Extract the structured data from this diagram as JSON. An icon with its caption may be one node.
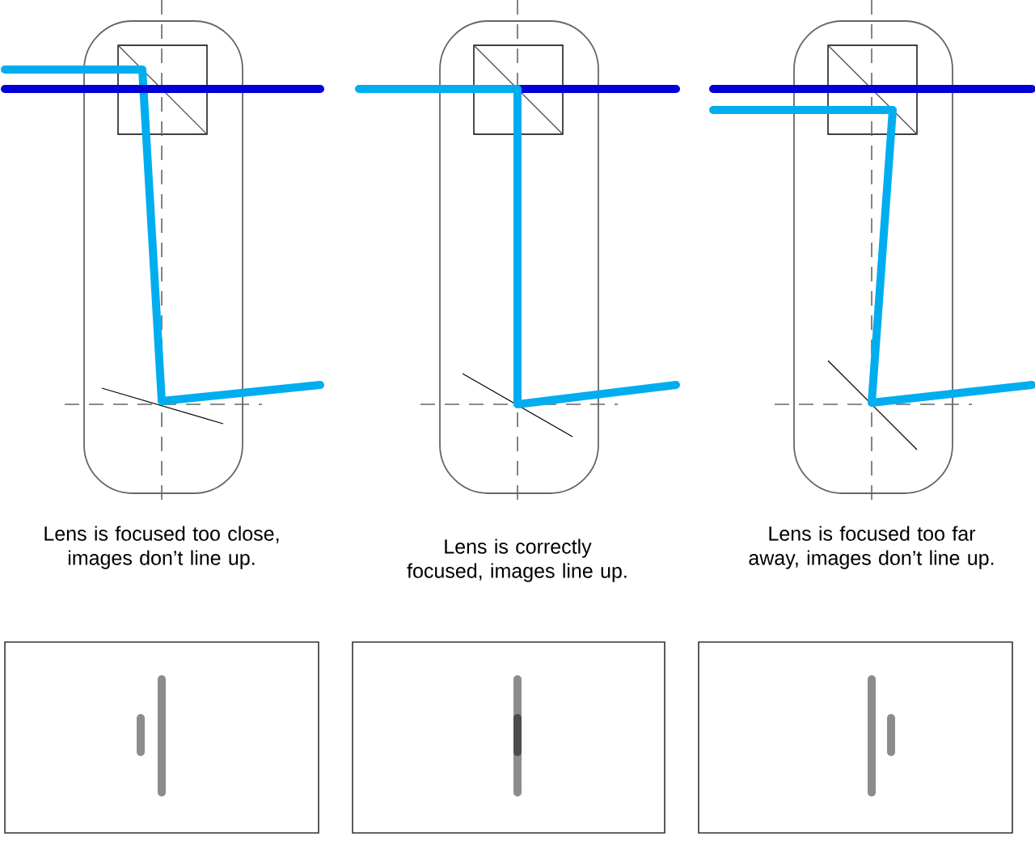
{
  "diagram": {
    "labels": [
      "Lens is focused too close, images don’t line up.",
      "Lens is correctly focused, images line up.",
      "Lens is focused too far away, images don’t line up."
    ]
  }
}
